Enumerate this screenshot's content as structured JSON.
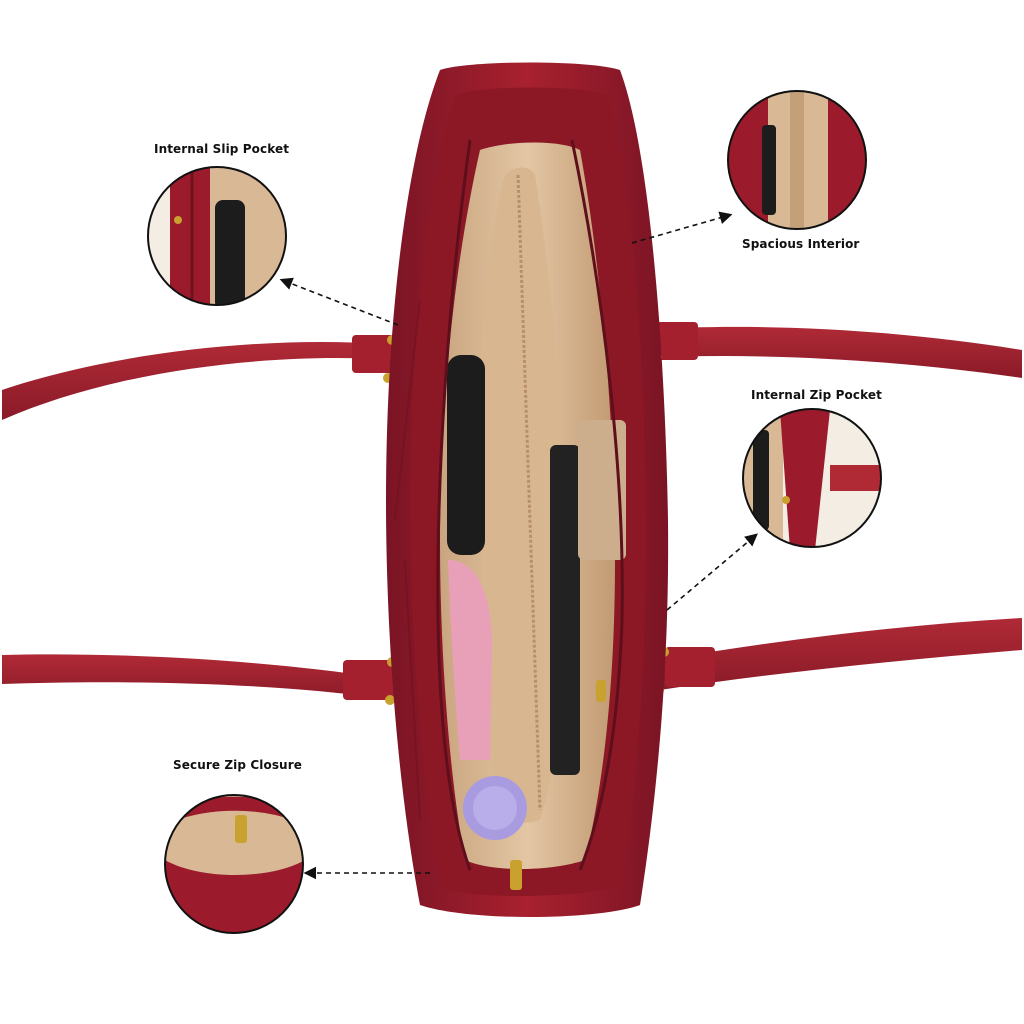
{
  "callouts": {
    "slip_pocket": "Internal Slip Pocket",
    "spacious_interior": "Spacious Interior",
    "zip_pocket": "Internal Zip Pocket",
    "zip_closure": "Secure Zip Closure"
  },
  "colors": {
    "leather": "#9b1b2c",
    "leather_dark": "#6e1220",
    "lining": "#d9b896",
    "hardware": "#c9a12e",
    "accent_purple": "#a99be0"
  }
}
